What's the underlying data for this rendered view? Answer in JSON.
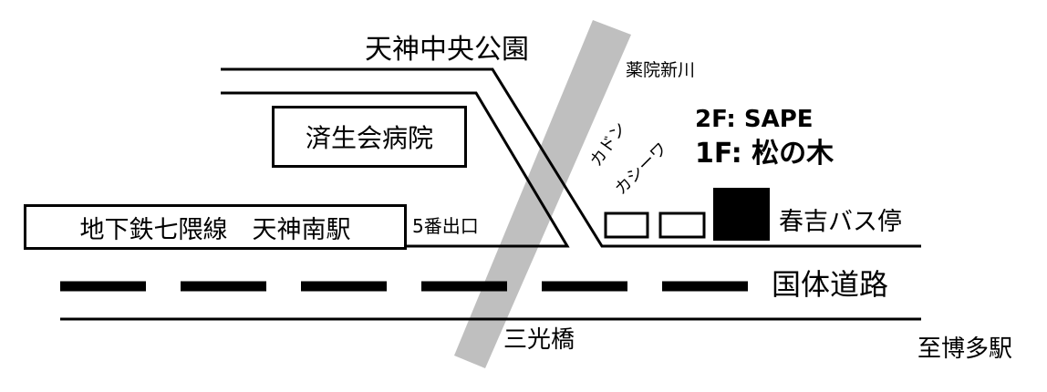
{
  "colors": {
    "ink": "#000000",
    "river": "#bfbfbf",
    "background": "#ffffff"
  },
  "labels": {
    "park": "天神中央公園",
    "river": "薬院新川",
    "hospital": "済生会病院",
    "station": "地下鉄七隈線　天神南駅",
    "exit": "5番出口",
    "floor2": "2F: SAPE",
    "floor1": "1F: 松の木",
    "shop_line1": "カドン",
    "shop_line2": "カシーワ",
    "bus_stop": "春吉バス停",
    "main_road": "国体道路",
    "bridge": "三光橋",
    "direction": "至博多駅"
  }
}
